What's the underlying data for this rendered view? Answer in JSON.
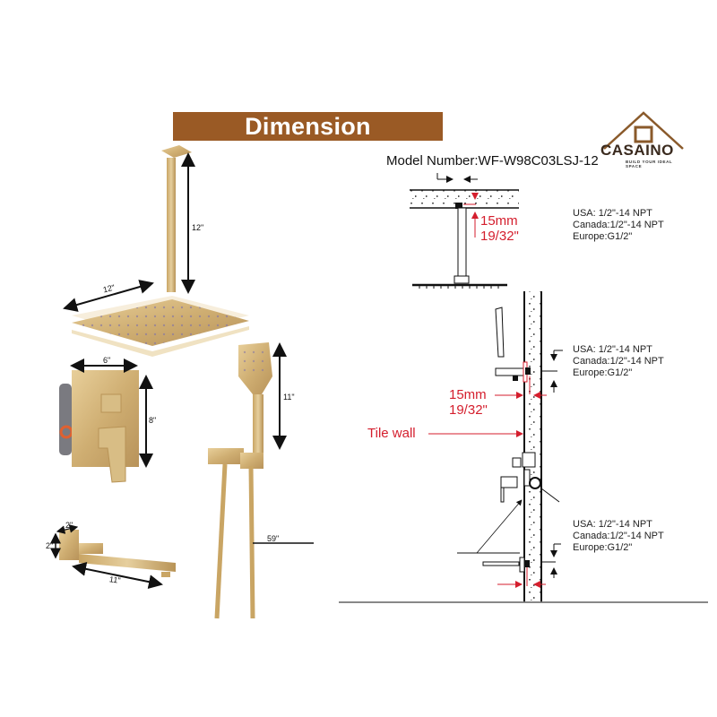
{
  "header": {
    "title": "Dimension",
    "banner_color": "#9a5a25"
  },
  "brand": {
    "name": "CASAINO",
    "tagline": "BUILD YOUR IDEAL SPACE",
    "color": "#8a5a2b"
  },
  "model": {
    "label": "Model Number:WF-W98C03LSJ-12"
  },
  "product_dimensions": {
    "shower_arm_length": "12\"",
    "shower_head_width": "12\"",
    "valve_width": "6\"",
    "valve_height": "8\"",
    "handheld_length": "11\"",
    "hose_length": "59\"",
    "spout_width": "2\"",
    "spout_height": "2\"",
    "spout_length": "11\""
  },
  "install_diagram": {
    "ceiling_connection": {
      "offset_mm": "15mm",
      "offset_in": "19/32\"",
      "thread_usa": "USA: 1/2\"-14 NPT",
      "thread_canada": "Canada:1/2\"-14 NPT",
      "thread_europe": "Europe:G1/2\""
    },
    "handheld_connection": {
      "offset_mm": "15mm",
      "offset_in": "19/32\"",
      "thread_usa": "USA: 1/2\"-14 NPT",
      "thread_canada": "Canada:1/2\"-14 NPT",
      "thread_europe": "Europe:G1/2\""
    },
    "spout_connection": {
      "thread_usa": "USA: 1/2\"-14 NPT",
      "thread_canada": "Canada:1/2\"-14 NPT",
      "thread_europe": "Europe:G1/2\""
    },
    "tile_wall_label": "Tile wall",
    "accent_color": "#d41e2d"
  }
}
